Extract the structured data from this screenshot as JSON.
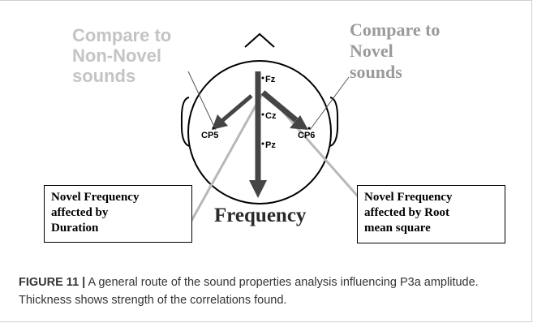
{
  "labels": {
    "compare_non_novel": "Compare to\nNon-Novel\nsounds",
    "compare_novel": "Compare to\nNovel\nsounds",
    "frequency": "Frequency"
  },
  "electrodes": {
    "fz": "Fz",
    "cz": "Cz",
    "pz": "Pz",
    "cp5": "CP5",
    "cp6": "CP6"
  },
  "boxes": {
    "left": "Novel Frequency\naffected by\nDuration",
    "right": "Novel Frequency\naffected by Root\nmean square"
  },
  "caption": {
    "label": "FIGURE 11 |",
    "text": " A general route of the sound properties analysis influencing P3a amplitude. Thickness shows strength of the correlations found."
  },
  "colors": {
    "dark_arrow": "#454545",
    "light_arrow": "#b8b8b8",
    "head_outline": "#000000"
  }
}
